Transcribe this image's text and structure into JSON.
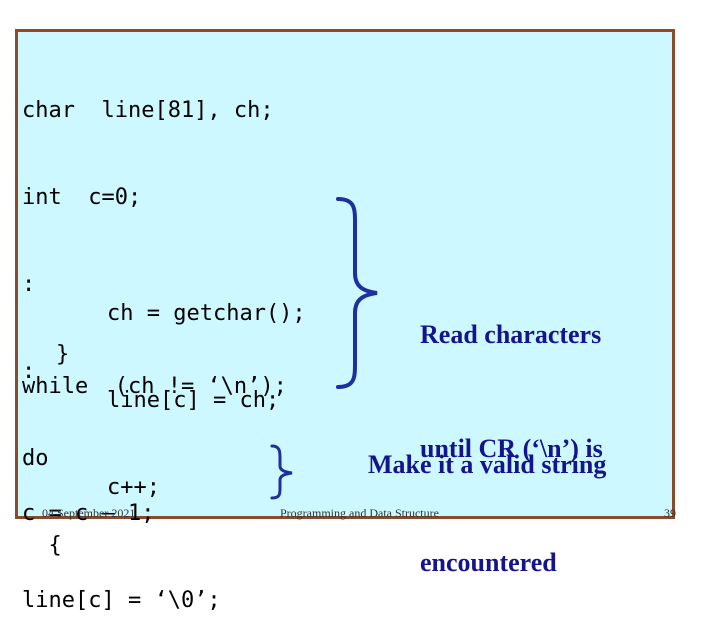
{
  "code_block_1": [
    "char  line[81], ch;",
    "int  c=0;",
    ":",
    ":",
    "do",
    "  {"
  ],
  "code_block_2": [
    "ch = getchar();",
    "line[c] = ch;",
    "c++;"
  ],
  "close_brace": "}",
  "while_line": "while  (ch != ‘\\n’);",
  "code_block_3": [
    "c = c – 1;",
    "line[c] = ‘\\0’;"
  ],
  "annotation_1": [
    "Read characters",
    "until CR (‘\\n’) is",
    "encountered"
  ],
  "annotation_2": "Make it a valid string",
  "footer": {
    "date": "04 September 2021",
    "course": "Programming and Data Structure",
    "page": "39"
  },
  "colors": {
    "panel_background": "#cdf8ff",
    "panel_border": "#8b4a2a",
    "annotation_text": "#14148c",
    "brace": "#1e2f9e"
  }
}
